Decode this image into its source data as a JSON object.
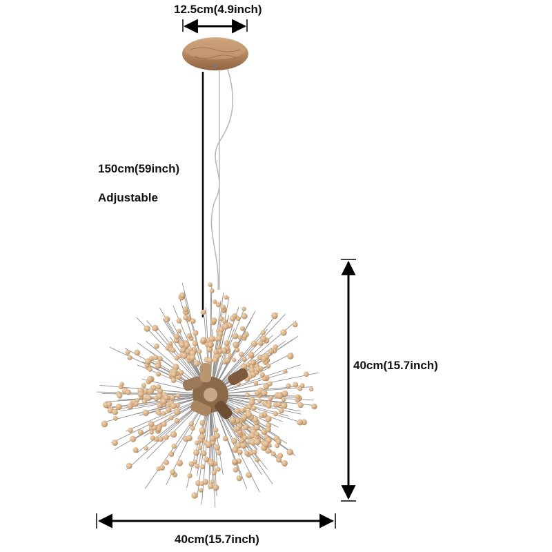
{
  "dimensions": {
    "canopy_width": "12.5cm(4.9inch)",
    "cord_length": "150cm(59inch)",
    "cord_note": "Adjustable",
    "fixture_height": "40cm(15.7inch)",
    "fixture_width": "40cm(15.7inch)"
  },
  "colors": {
    "background": "#ffffff",
    "text": "#111111",
    "arrow": "#000000",
    "canopy_wood": "#b98a62",
    "bead": "#d9b48a",
    "bead_shadow": "#a97b53",
    "wire": "#8e8e8e",
    "hub": "#8b6a4a"
  }
}
